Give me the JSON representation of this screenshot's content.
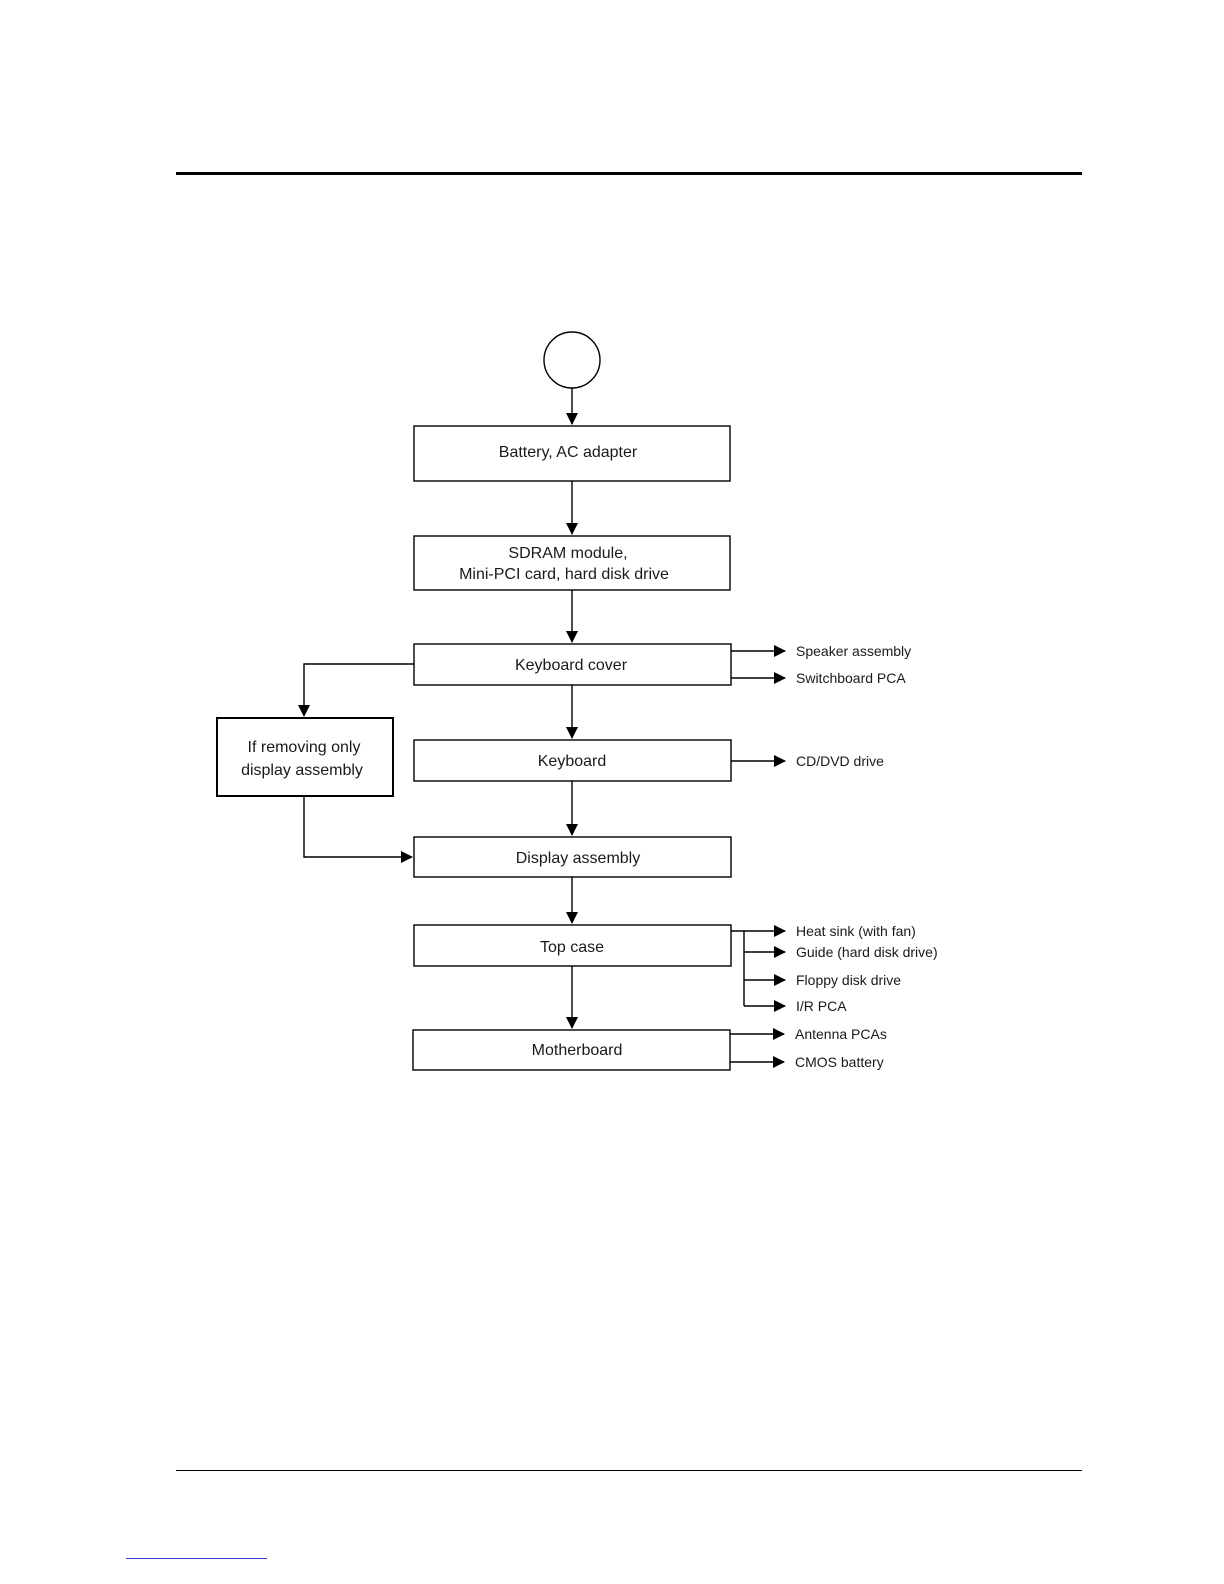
{
  "diagram": {
    "steps": {
      "battery": "Battery, AC adapter",
      "sdram_line1": "SDRAM module,",
      "sdram_line2": "Mini-PCI card, hard disk drive",
      "keyboard_cover": "Keyboard cover",
      "keyboard": "Keyboard",
      "display": "Display assembly",
      "top_case": "Top case",
      "motherboard": "Motherboard"
    },
    "bypass": {
      "line1": "If removing only",
      "line2": "display assembly"
    },
    "branches": {
      "keyboard_cover": [
        "Speaker assembly",
        "Switchboard PCA"
      ],
      "keyboard": [
        "CD/DVD drive"
      ],
      "top_case": [
        "Heat sink (with fan)",
        "Guide (hard disk drive)",
        "Floppy disk drive",
        "I/R PCA"
      ],
      "motherboard": [
        "Antenna PCAs",
        "CMOS battery"
      ]
    }
  }
}
